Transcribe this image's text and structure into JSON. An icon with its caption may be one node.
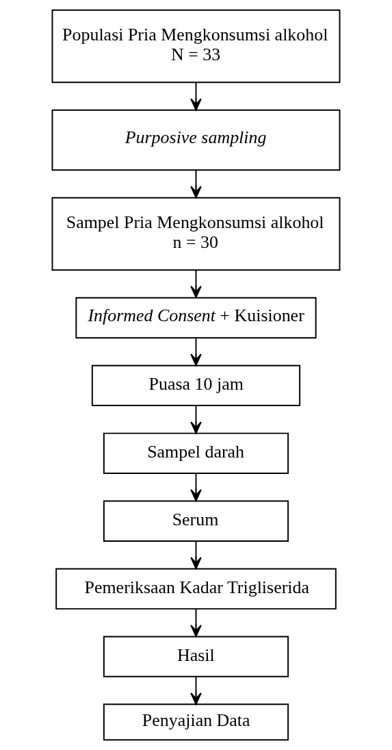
{
  "diagram": {
    "nodes": [
      {
        "text": [
          "Populasi Pria Mengkonsumsi alkohol N = 33"
        ]
      },
      {
        "text": [
          "Purposive sampling"
        ]
      },
      {
        "text": [
          "Sampel Pria Mengkonsumsi alkohol n = 30"
        ]
      },
      {
        "text": [
          "*Informed Consent* + Kuisioner"
        ]
      },
      {
        "text": [
          "Puasa 10 jam"
        ]
      },
      {
        "text": [
          "Sampel darah"
        ]
      },
      {
        "text": [
          "Serum"
        ]
      },
      {
        "text": [
          "Pemeriksaan Kadar Trigliserida"
        ]
      },
      {
        "text": [
          "Hasil"
        ]
      },
      {
        "text": [
          "Penyajian Data"
        ]
      }
    ],
    "edges": [
      {
        "from": 0,
        "to": 1,
        "arrow": "to"
      },
      {
        "from": 1,
        "to": 2,
        "arrow": "to"
      },
      {
        "from": 2,
        "to": 3,
        "arrow": "to"
      },
      {
        "from": 3,
        "to": 4,
        "arrow": "to"
      },
      {
        "from": 4,
        "to": 5,
        "arrow": "to"
      },
      {
        "from": 5,
        "to": 6,
        "arrow": "to"
      },
      {
        "from": 6,
        "to": 7,
        "arrow": "to"
      },
      {
        "from": 7,
        "to": 8,
        "arrow": "to"
      },
      {
        "from": 8,
        "to": 9,
        "arrow": "to"
      }
    ]
  }
}
